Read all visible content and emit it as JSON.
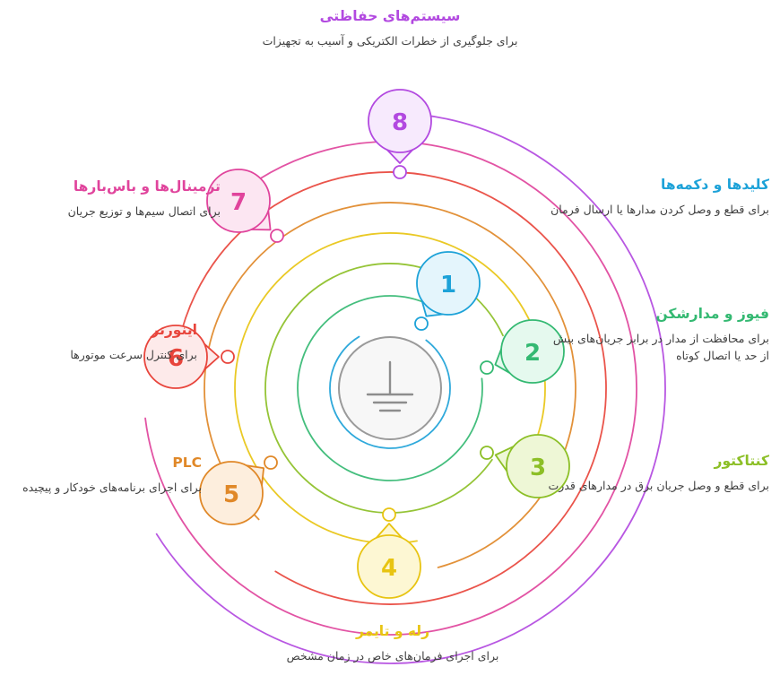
{
  "diagram": {
    "center_icon": "ground-earth-symbol",
    "center_circle_fill": "#f7f7f7",
    "center_circle_stroke": "#9a9a9a",
    "background": "#ffffff"
  },
  "items": [
    {
      "number": "1",
      "title": "کلیدها و دکمه‌ها",
      "desc": "برای قطع و وصل کردن مدارها یا ارسال فرمان",
      "color": "#1da2d8",
      "fill": "#e4f5fc",
      "side": "right"
    },
    {
      "number": "2",
      "title": "فیوز و مدارشکن",
      "desc": "برای محافظت از مدار در برابر جریان‌های بیش از حد یا اتصال کوتاه",
      "color": "#34b972",
      "fill": "#e5f9ee",
      "side": "right"
    },
    {
      "number": "3",
      "title": "کنتاکتور",
      "desc": "برای قطع و وصل جریان برق در مدارهای قدرت",
      "color": "#8cbf26",
      "fill": "#eef7d6",
      "side": "right"
    },
    {
      "number": "4",
      "title": "رله و تایمر",
      "desc": "برای اجرای فرمان‌های خاص در زمان مشخص",
      "color": "#e8c412",
      "fill": "#fdf7d3",
      "side": "bottom"
    },
    {
      "number": "5",
      "title": "PLC",
      "desc": "برای اجرای برنامه‌های خودکار و پیچیده",
      "color": "#e08828",
      "fill": "#fdeedd",
      "side": "left"
    },
    {
      "number": "6",
      "title": "اینورتر",
      "desc": "برای کنترل سرعت موتورها",
      "color": "#e8453c",
      "fill": "#fdeaea",
      "side": "left"
    },
    {
      "number": "7",
      "title": "ترمینال‌ها و باس‌بارها",
      "desc": "برای اتصال سیم‌ها و توزیع جریان",
      "color": "#e0449c",
      "fill": "#fce6f2",
      "side": "left"
    },
    {
      "number": "8",
      "title": "سیستم‌های حفاظتی",
      "desc": "برای جلوگیری از خطرات الکتریکی و آسیب به تجهیزات",
      "color": "#b249e0",
      "fill": "#f7eafd",
      "side": "top"
    }
  ]
}
